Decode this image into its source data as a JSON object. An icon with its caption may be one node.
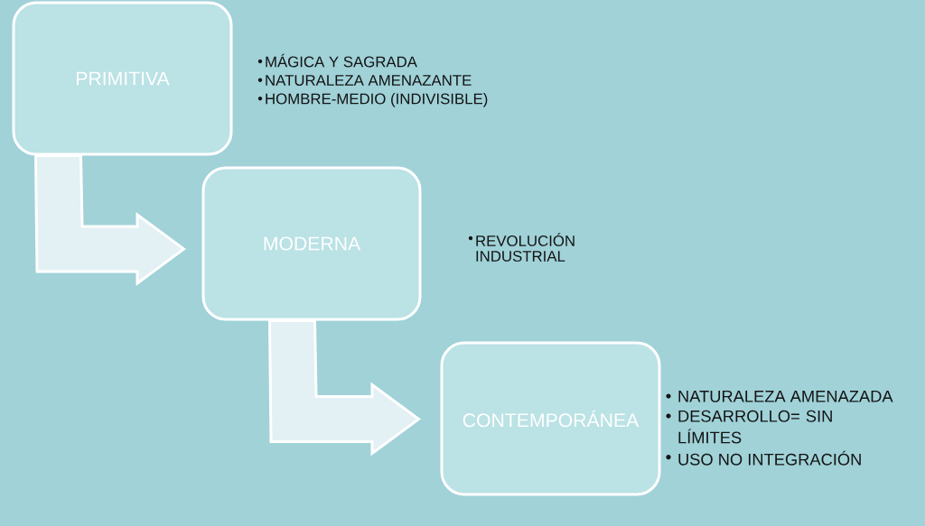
{
  "diagram": {
    "nodes": [
      {
        "text": [
          "PRIMITIVA"
        ],
        "beside": [
          "MÁGICA Y SAGRADA",
          "NATURALEZA AMENAZANTE",
          "HOMBRE-MEDIO (INDIVISIBLE)"
        ]
      },
      {
        "text": [
          "MODERNA"
        ],
        "beside": [
          "REVOLUCIÓN INDUSTRIAL"
        ]
      },
      {
        "text": [
          "CONTEMPORÁNEA"
        ],
        "beside": [
          "NATURALEZA AMENAZADA",
          "DESARROLLO= SIN LÍMITES",
          "USO NO INTEGRACIÓN"
        ]
      }
    ],
    "edges": [
      {
        "from": 0,
        "to": 1,
        "arrow": "to"
      },
      {
        "from": 1,
        "to": 2,
        "arrow": "to"
      }
    ]
  }
}
